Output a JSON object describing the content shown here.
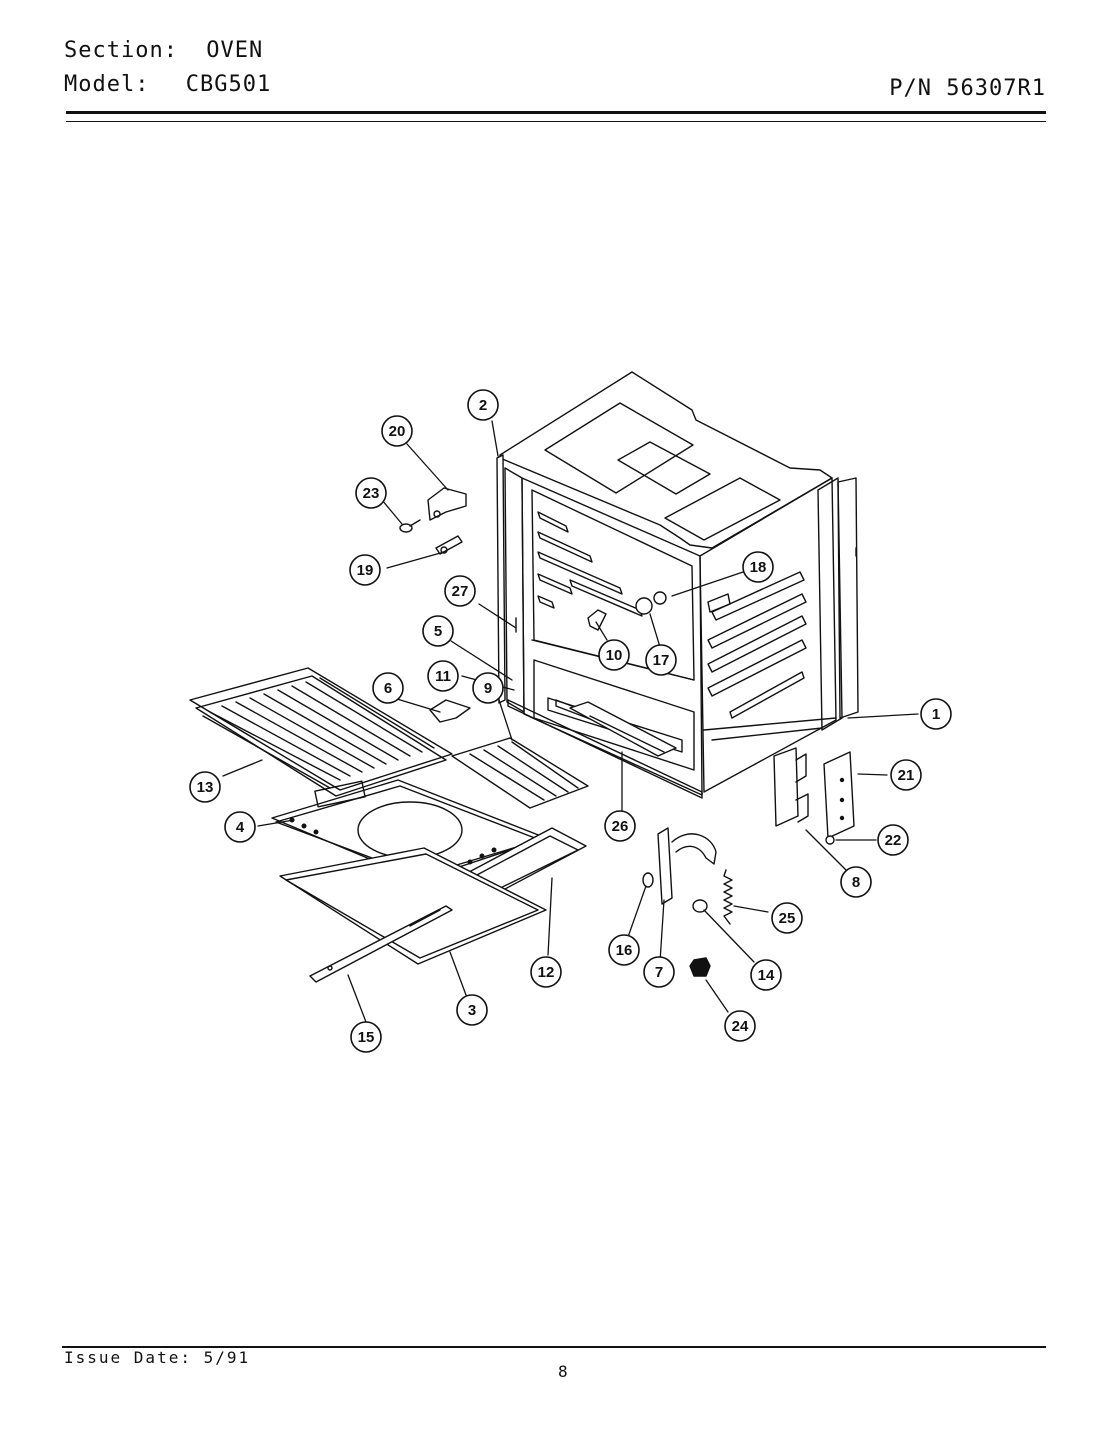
{
  "header": {
    "section_label": "Section:",
    "section_value": "OVEN",
    "model_label": "Model:",
    "model_value": "CBG501",
    "part_number": "P/N 56307R1"
  },
  "footer": {
    "issue_date": "Issue Date: 5/91",
    "page_number": "8"
  },
  "callouts": [
    "1",
    "2",
    "3",
    "4",
    "5",
    "6",
    "7",
    "8",
    "9",
    "10",
    "11",
    "12",
    "13",
    "14",
    "15",
    "16",
    "17",
    "18",
    "19",
    "20",
    "21",
    "22",
    "23",
    "24",
    "25",
    "26",
    "27"
  ]
}
